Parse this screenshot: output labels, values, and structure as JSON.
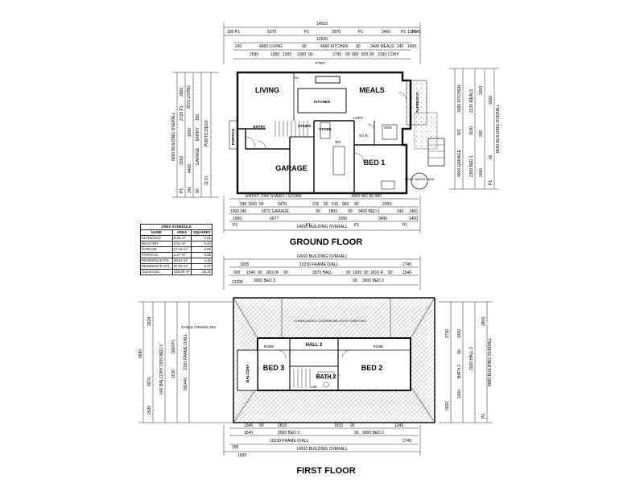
{
  "ground_floor": {
    "title": "GROUND FLOOR",
    "rooms": {
      "living": "LIVING",
      "kitchen": "KITCHEN",
      "meals": "MEALS",
      "entry": "ENTRY",
      "stairs": "STAIRS",
      "store": "STORE",
      "portico": "PORTICO",
      "garage": "GARAGE",
      "bed1": "BED 1",
      "alfresco": "ALFRESCO",
      "ldry": "LDRY",
      "wc": "WC",
      "wir": "W.I.R.",
      "ens": "ENS",
      "ptry": "PTRY",
      "water_tank": "2.100L WATER TANK",
      "ac": "AC"
    },
    "top_dims": {
      "overall": "14910",
      "row1": [
        "195",
        "P1",
        "5070",
        "P1",
        "3970",
        "P1",
        "3400",
        "P1",
        "1255",
        "P1",
        "45"
      ],
      "row2": "12920",
      "row3": [
        "240",
        "4960  LIVING",
        "90",
        "4060  KITCHEN",
        "90",
        "3400  MEALS",
        "240",
        "1400"
      ],
      "row4": [
        "2690",
        "1000",
        "1265",
        "1000",
        "90",
        "2790",
        "90",
        "960",
        "820",
        "90",
        "2330  L'DRY"
      ]
    },
    "bottom_dims": {
      "row1": "ENTRY  7060  STAIRS / STORE",
      "row1b": "1800  WC  90  980",
      "row2": [
        "240",
        "1590",
        "90",
        "5470",
        "215",
        "90",
        "515",
        "960",
        "90",
        "2300"
      ],
      "row3": [
        "1000",
        "240",
        "6570  GARAGE",
        "90",
        "1800",
        "90",
        "3400  BED 1",
        "240",
        "1400"
      ],
      "row4": [
        "1060",
        "P1",
        "6677",
        "P1",
        "1990",
        "P1",
        "3490",
        "P1",
        "1400"
      ],
      "overall": "14910  BUILDING OVERALL"
    },
    "left_dims": {
      "overall": "8680  BUILDING OVERALL",
      "labels": [
        "3270  LIVING",
        "2860",
        "190",
        "2720  P1",
        "1100",
        "1900",
        "ENTRY",
        "PORTICO",
        "GARAGE",
        "3260",
        "4400",
        "1170",
        "P1",
        "240",
        "90"
      ]
    },
    "right_dims": {
      "overall": "8680  BUILDING OVERALL",
      "labels": [
        "3480  KITCHEN",
        "2230  MEALS",
        "1400",
        "3000",
        "WC",
        "1100",
        "240",
        "4600  GARAGE",
        "2300  BED 1",
        "2440",
        "90",
        "P1"
      ]
    }
  },
  "area_schedule": {
    "caption": "AREA SCHEDULE",
    "headers": [
      "NAME",
      "AREA",
      "SQUARES"
    ],
    "rows": [
      [
        "ALFRESCO",
        "9.35 m²",
        "1.01"
      ],
      [
        "BALCONY",
        "3.91 m²",
        "0.42"
      ],
      [
        "GARAGE",
        "27.44 m²",
        "2.95"
      ],
      [
        "PORTICO",
        "1.47 m²",
        "0.16"
      ],
      [
        "RESIDENCE FFL",
        "39.51 m²",
        "4.25"
      ],
      [
        "RESIDENCE GFL",
        "87.00 m²",
        "9.37"
      ],
      [
        "Grand total",
        "168.69 m²",
        "18.16"
      ]
    ]
  },
  "first_floor": {
    "title": "FIRST FLOOR",
    "rooms": {
      "bed3": "BED 3",
      "bed2": "BED 2",
      "bath2": "BATH 2",
      "hall2": "HALL 2",
      "balcony": "BALCONY",
      "robe": "ROBE",
      "lin": "LIN",
      "gable_note": "GABLE O/HANG 250",
      "roof_note": "CORRUGATED COLORBOND ROOF SHEETING"
    },
    "top_dims": {
      "overall": "14910  BUILDING OVERALL",
      "row1": [
        "1935",
        "10230  FRAME O/ALL",
        "2745"
      ],
      "row2": [
        "300",
        "1540",
        "90",
        "1810  R",
        "90",
        "3970  HALL",
        "90",
        "1000",
        "90",
        "1810  R",
        "90",
        "1540"
      ],
      "row3": [
        "3000  BED 3",
        "90",
        "3000  BED 2"
      ],
      "row4": [
        "210",
        "90"
      ]
    },
    "bottom_dims": {
      "row1": [
        "1345",
        "90",
        "1810",
        "1810",
        "90",
        "1345"
      ],
      "row2": [
        "1540",
        "3000  BED 3",
        "90",
        "3000  BED 2"
      ],
      "row3": [
        "10230  FRAME O/ALL",
        "2745"
      ],
      "row4": [
        "195"
      ],
      "overall": "14910  BUILDING OVERALL",
      "row5": [
        "1935"
      ]
    },
    "left_dims": {
      "overall": "8680",
      "labels": [
        "2930  BED 3",
        "2150  FRAME O/ALL",
        "2820",
        "BALCONY",
        "1000",
        "1150",
        "1440",
        "2620",
        "P1",
        "90",
        "4970",
        "640"
      ]
    },
    "right_dims": {
      "overall": "8680  BUILDING OVERALL",
      "labels": [
        "2930  HALL 2",
        "1450",
        "90",
        "BATH 2",
        "1400",
        "2730",
        "2620",
        "2800",
        "P1"
      ]
    }
  }
}
